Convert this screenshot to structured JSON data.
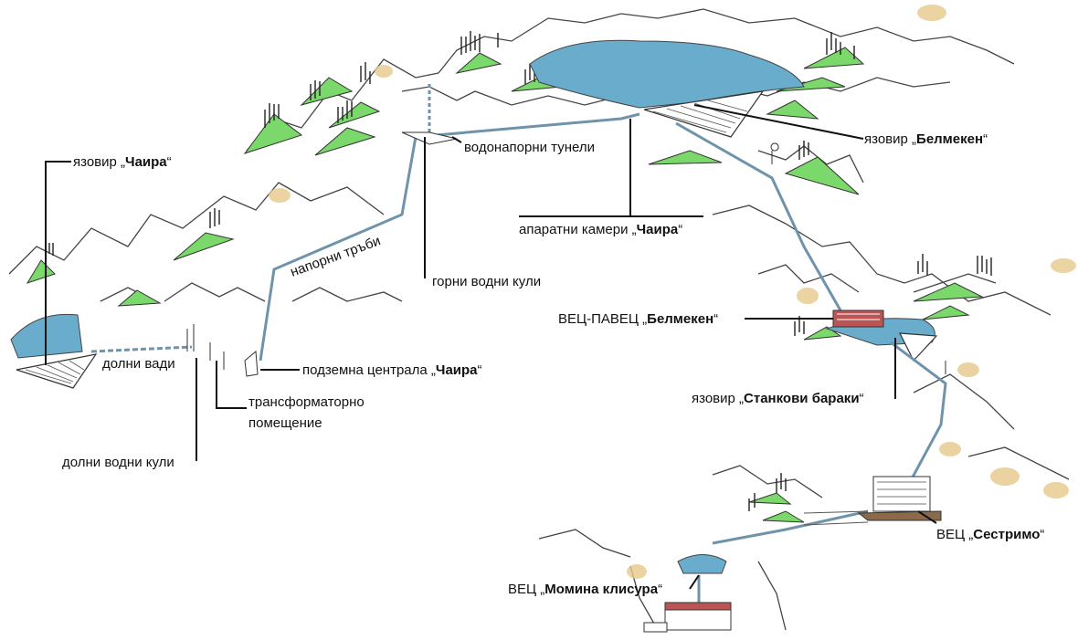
{
  "colors": {
    "water": "#6aaccc",
    "forest": "#7bd86a",
    "pipe": "#6f93ab",
    "rock": "#444444",
    "sand": "#e6c98a"
  },
  "labels": {
    "chaira_dam": {
      "pre": "язовир „",
      "bold": "Чаира",
      "post": "“"
    },
    "belmeken_dam": {
      "pre": "язовир „",
      "bold": "Белмекен",
      "post": "“"
    },
    "pressure_tunnels": {
      "pre": "водонапорни тунели",
      "bold": "",
      "post": ""
    },
    "valve_chambers": {
      "pre": "апаратни камери „",
      "bold": "Чаира",
      "post": "“"
    },
    "penstocks": {
      "pre": "напорни тръби",
      "bold": "",
      "post": ""
    },
    "upper_towers": {
      "pre": "горни водни кули",
      "bold": "",
      "post": ""
    },
    "lower_channels": {
      "pre": "долни вади",
      "bold": "",
      "post": ""
    },
    "underground_plant": {
      "pre": "подземна централа „",
      "bold": "Чаира",
      "post": "“"
    },
    "transformer_1": {
      "pre": "трансформаторно",
      "bold": "",
      "post": ""
    },
    "transformer_2": {
      "pre": "помещение",
      "bold": "",
      "post": ""
    },
    "lower_towers": {
      "pre": "долни водни кули",
      "bold": "",
      "post": ""
    },
    "belmeken_plant": {
      "pre": "ВЕЦ-ПАВЕЦ „",
      "bold": "Белмекен",
      "post": "“"
    },
    "stankovi_dam": {
      "pre": "язовир „",
      "bold": "Станкови бараки",
      "post": "“"
    },
    "sestrimo_plant": {
      "pre": "ВЕЦ „",
      "bold": "Сестримо",
      "post": "“"
    },
    "momina_plant": {
      "pre": "ВЕЦ „",
      "bold": "Момина клисура",
      "post": "“"
    }
  }
}
